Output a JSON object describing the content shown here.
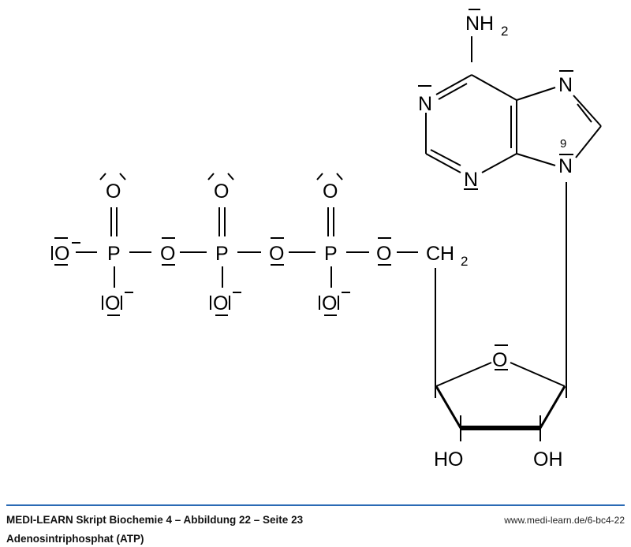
{
  "molecule": {
    "amine": "NH",
    "amine_sub": "2",
    "nitrogen": "N",
    "n9_label": "9",
    "oxygen": "O",
    "phosphorus": "P",
    "methylene": "CH",
    "methylene_sub": "2",
    "hydroxyl_left": "HO",
    "hydroxyl_right": "OH"
  },
  "footer": {
    "source": "MEDI-LEARN Skript Biochemie 4 – Abbildung 22 – Seite 23",
    "title": "Adenosintriphosphat (ATP)",
    "url": "www.medi-learn.de/6-bc4-22",
    "rule_color": "#2a6ab5"
  }
}
